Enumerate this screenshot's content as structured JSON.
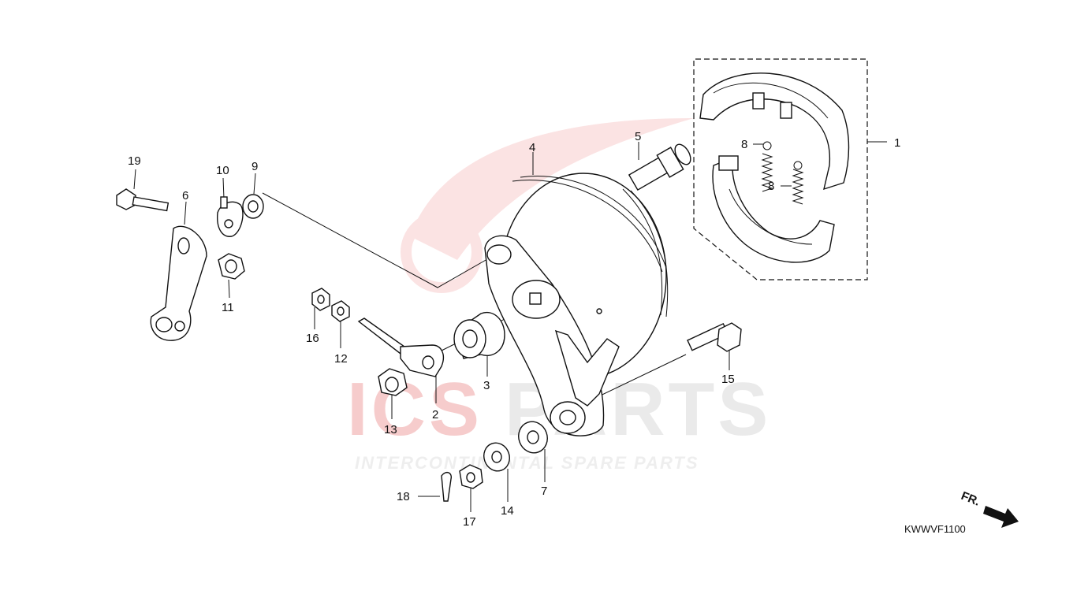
{
  "watermark": {
    "brand_red": "ICS",
    "brand_gray": "PARTS",
    "tagline": "INTERCONTINENTAL SPARE PARTS"
  },
  "diagram_code": "KWWVF1100",
  "direction_label": "FR.",
  "part_labels": {
    "p1": "1",
    "p2": "2",
    "p3": "3",
    "p4": "4",
    "p5": "5",
    "p6": "6",
    "p7": "7",
    "p8a": "8",
    "p8b": "8",
    "p9": "9",
    "p10": "10",
    "p11": "11",
    "p12": "12",
    "p13": "13",
    "p14": "14",
    "p15": "15",
    "p16": "16",
    "p17": "17",
    "p18": "18",
    "p19": "19"
  },
  "colors": {
    "watermark_red": "#f6cccc",
    "watermark_gray": "#eaeaea",
    "ink": "#111111"
  }
}
